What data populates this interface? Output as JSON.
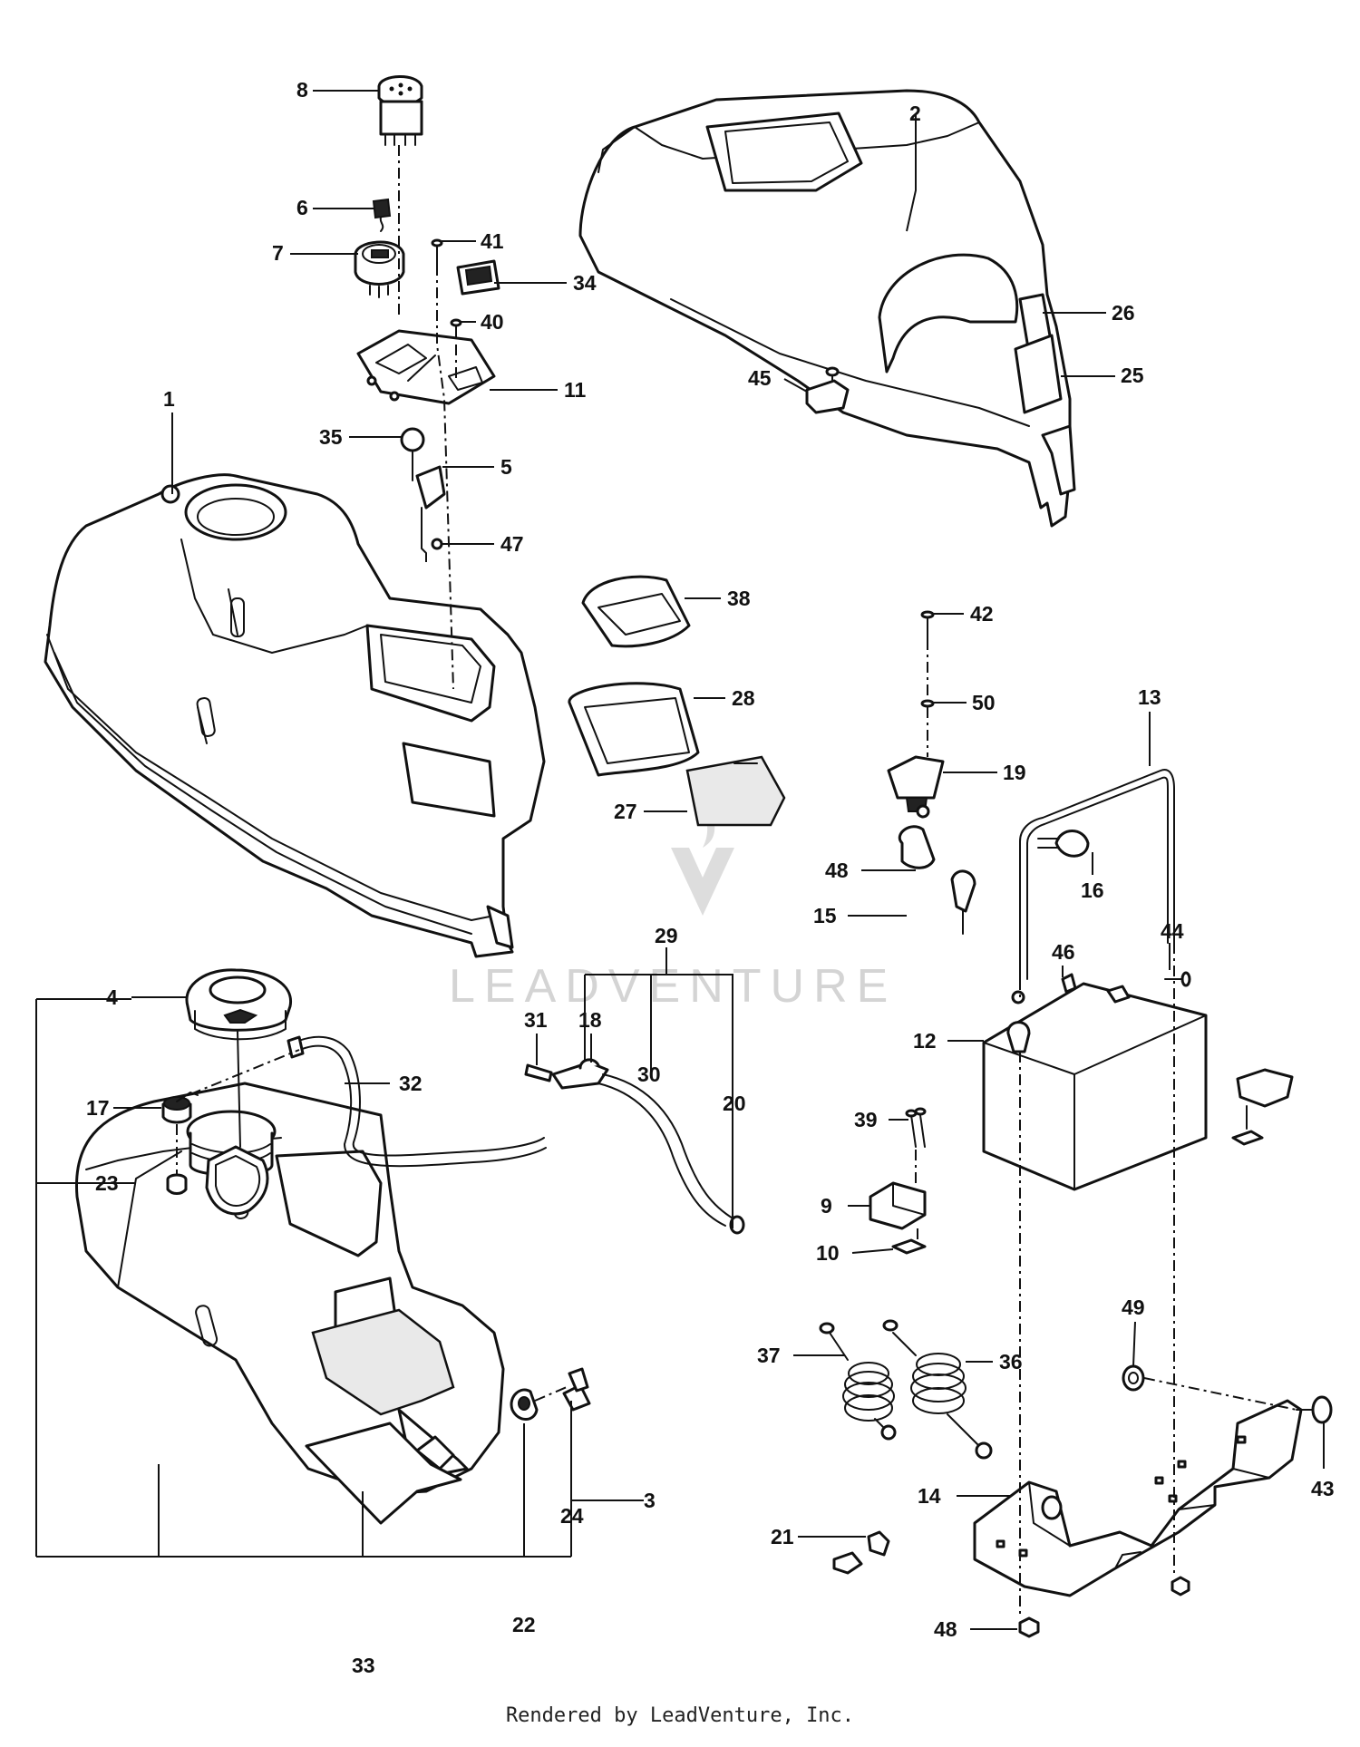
{
  "watermark": "LEADVENTURE",
  "credit": "Rendered by LeadVenture, Inc.",
  "callouts": {
    "c1": "1",
    "c2": "2",
    "c3": "3",
    "c4": "4",
    "c5": "5",
    "c6": "6",
    "c7": "7",
    "c8": "8",
    "c9": "9",
    "c10": "10",
    "c11": "11",
    "c12": "12",
    "c13": "13",
    "c14": "14",
    "c15": "15",
    "c16": "16",
    "c17": "17",
    "c18": "18",
    "c19": "19",
    "c20": "20",
    "c21": "21",
    "c22": "22",
    "c23": "23",
    "c24": "24",
    "c25": "25",
    "c26": "26",
    "c27": "27",
    "c28": "28",
    "c29": "29",
    "c30": "30",
    "c31": "31",
    "c32": "32",
    "c33": "33",
    "c34": "34",
    "c35": "35",
    "c36": "36",
    "c37": "37",
    "c38": "38",
    "c39": "39",
    "c40": "40",
    "c41": "41",
    "c42": "42",
    "c43": "43",
    "c44": "44",
    "c45": "45",
    "c46": "46",
    "c47": "47",
    "c48a": "48",
    "c48b": "48",
    "c49": "49",
    "c50": "50"
  }
}
